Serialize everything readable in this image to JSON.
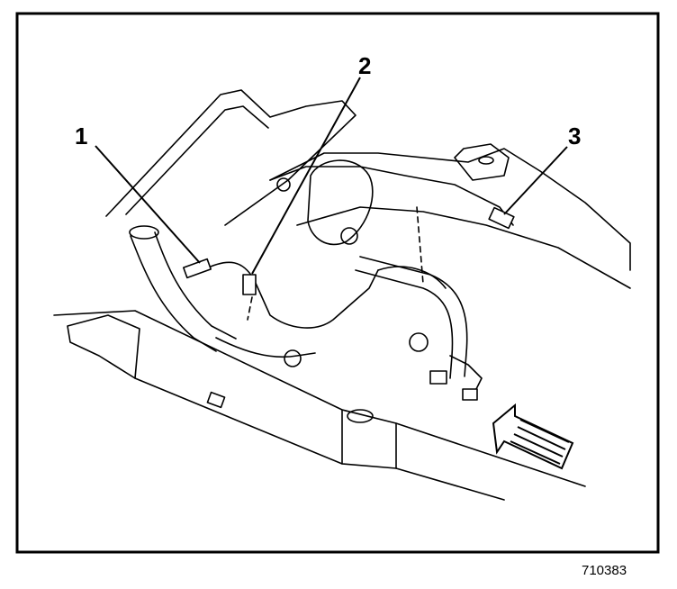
{
  "diagram": {
    "callouts": [
      {
        "label": "1"
      },
      {
        "label": "2"
      },
      {
        "label": "3"
      }
    ],
    "figure_code": "710383"
  }
}
